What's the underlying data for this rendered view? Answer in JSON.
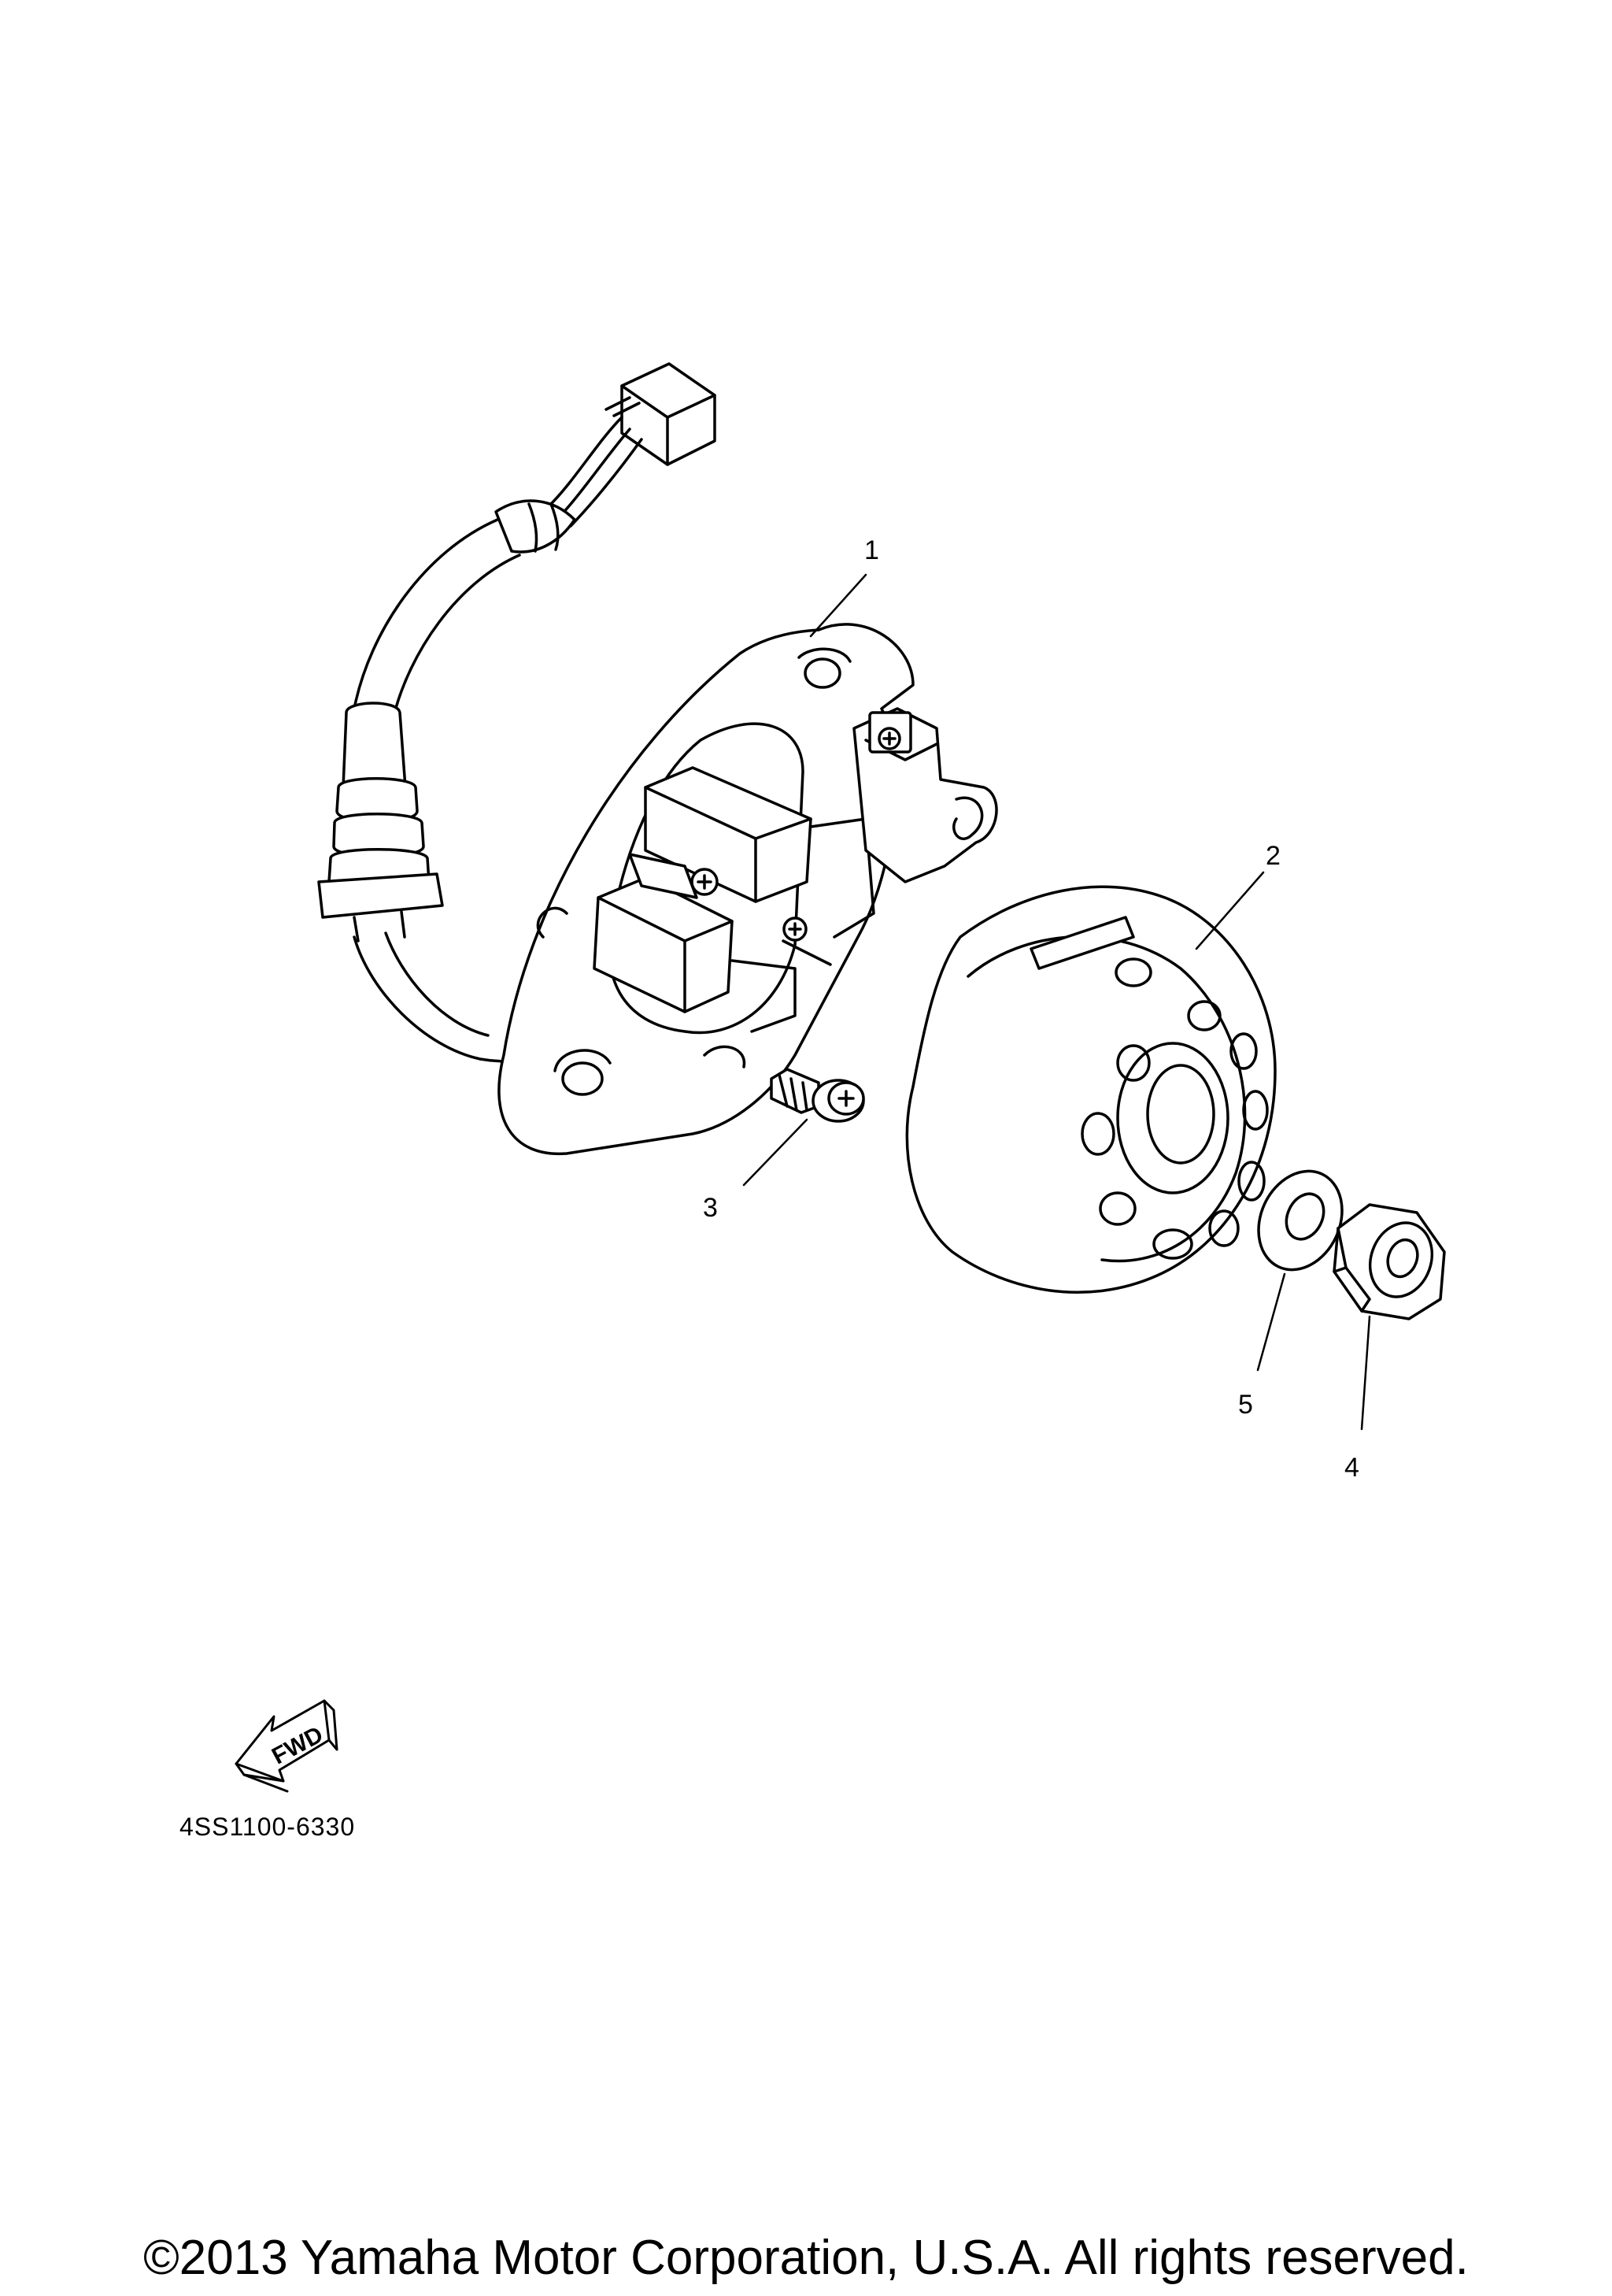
{
  "callouts": [
    {
      "id": "1",
      "label": "1"
    },
    {
      "id": "2",
      "label": "2"
    },
    {
      "id": "3",
      "label": "3"
    },
    {
      "id": "4",
      "label": "4"
    },
    {
      "id": "5",
      "label": "5"
    }
  ],
  "fwd_label": "FWD",
  "reference_code": "4SS1100-6330",
  "copyright": "©2013 Yamaha Motor Corporation, U.S.A. All rights reserved."
}
